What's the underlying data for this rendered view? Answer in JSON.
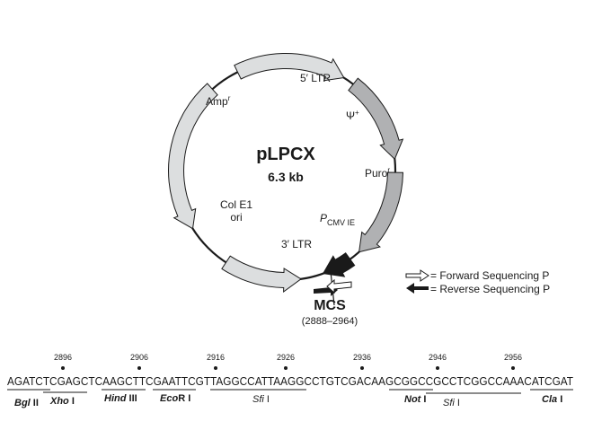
{
  "plasmid": {
    "name": "pLPCX",
    "size": "6.3 kb",
    "features": {
      "ltr5": "5′ LTR",
      "psi": "Ψ",
      "psi_sup": "+",
      "puro": "Puro",
      "puro_sup": "r",
      "amp": "Amp",
      "amp_sup": "r",
      "cmv_p": "P",
      "cmv_sub": "CMV IE",
      "col_line1": "Col E1",
      "col_line2": "ori",
      "ltr3": "3′ LTR"
    },
    "mcs": {
      "label": "MCS",
      "range": "(2888–2964)"
    }
  },
  "legend": {
    "forward": "= Forward Sequencing P",
    "reverse": "= Reverse Sequencing P"
  },
  "colors": {
    "light": "#dcdedf",
    "mid": "#b0b1b3",
    "dark": "#1a1a1a"
  },
  "sequence": {
    "text": "AGATCTCGAGCTCAAGCTTCGAATTCGTTAGGCCATTAAGGCCTGTCGACAAGCGGCCGCCTCGGCCAAACATCGAT",
    "positions": [
      "2896",
      "2906",
      "2916",
      "2926",
      "2936",
      "2946",
      "2956"
    ],
    "sites": {
      "bgl": "Bgl",
      "bgl_num": "II",
      "xho": "Xho",
      "xho_num": "I",
      "hind": "Hin",
      "hind_d": "d",
      "hind_num": "III",
      "eco": "Eco",
      "eco_num": "R I",
      "sfi1": "Sfi",
      "sfi1_num": "I",
      "not": "Not",
      "not_num": "I",
      "sfi2": "Sfi",
      "sfi2_num": "I",
      "cla": "Cla",
      "cla_num": "I"
    }
  }
}
